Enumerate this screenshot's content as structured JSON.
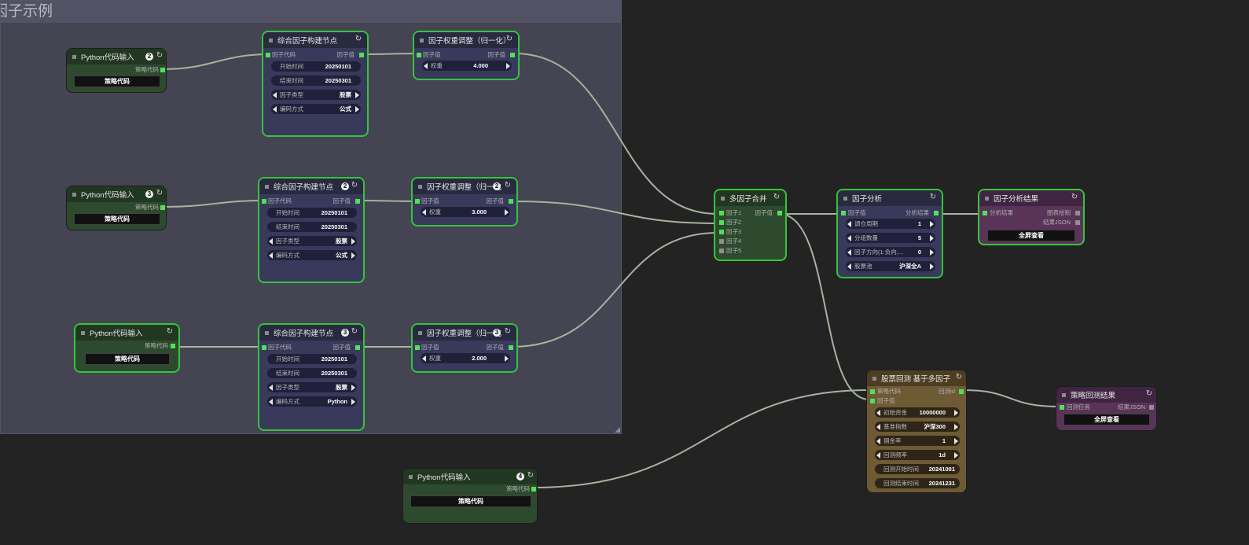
{
  "group": {
    "title": "因子示例"
  },
  "nodes": {
    "py1": {
      "title": "Python代码输入",
      "badge": "2",
      "output_label": "策略代码",
      "field_value": "策略代码"
    },
    "py2": {
      "title": "Python代码输入",
      "badge": "3",
      "output_label": "策略代码",
      "field_value": "策略代码"
    },
    "py3": {
      "title": "Python代码输入",
      "output_label": "策略代码",
      "field_value": "策略代码"
    },
    "py4": {
      "title": "Python代码输入",
      "badge": "4",
      "output_label": "策略代码",
      "field_value": "策略代码"
    },
    "fb1": {
      "title": "综合因子构建节点",
      "in_label": "因子代码",
      "out_label": "因子值",
      "start_label": "开始时间",
      "start_value": "20250101",
      "end_label": "结束时间",
      "end_value": "20250301",
      "type_label": "因子类型",
      "type_value": "股票",
      "code_label": "编码方式",
      "code_value": "公式"
    },
    "fb2": {
      "title": "综合因子构建节点",
      "badge": "2",
      "in_label": "因子代码",
      "out_label": "因子值",
      "start_label": "开始时间",
      "start_value": "20250101",
      "end_label": "结束时间",
      "end_value": "20250301",
      "type_label": "因子类型",
      "type_value": "股票",
      "code_label": "编码方式",
      "code_value": "公式"
    },
    "fb3": {
      "title": "综合因子构建节点",
      "badge": "3",
      "in_label": "因子代码",
      "out_label": "因子值",
      "start_label": "开始时间",
      "start_value": "20250101",
      "end_label": "结束时间",
      "end_value": "20250301",
      "type_label": "因子类型",
      "type_value": "股票",
      "code_label": "编码方式",
      "code_value": "Python"
    },
    "fw1": {
      "title": "因子权重调整（归一化）",
      "in_label": "因子值",
      "out_label": "因子值",
      "w_label": "权重",
      "w_value": "4.000"
    },
    "fw2": {
      "title": "因子权重调整（归一化",
      "badge": "2",
      "in_label": "因子值",
      "out_label": "因子值",
      "w_label": "权重",
      "w_value": "3.000"
    },
    "fw3": {
      "title": "因子权重调整（归一化",
      "badge": "3",
      "in_label": "因子值",
      "out_label": "因子值",
      "w_label": "权重",
      "w_value": "2.000"
    },
    "merge": {
      "title": "多因子合并",
      "inputs": [
        "因子1",
        "因子2",
        "因子3",
        "因子4",
        "因子5"
      ],
      "out_label": "因子值"
    },
    "analysis": {
      "title": "因子分析",
      "in_label": "因子值",
      "out_label": "分析结果",
      "fields": [
        {
          "label": "调仓周期",
          "value": "1"
        },
        {
          "label": "分组数量",
          "value": "5"
        },
        {
          "label": "因子方向(1:负向,...",
          "value": "0"
        },
        {
          "label": "股票池",
          "value": "沪深全A"
        }
      ]
    },
    "ares": {
      "title": "因子分析结果",
      "in_label": "分析结果",
      "out1": "图表绘制",
      "out2": "结果JSON",
      "button": "全屏查看"
    },
    "backtest": {
      "title": "股票回测 基于多因子",
      "in1": "策略代码",
      "in2": "因子值",
      "out_label": "回测id",
      "fields": [
        {
          "label": "初始资金",
          "value": "10000000"
        },
        {
          "label": "基准指数",
          "value": "沪深300"
        },
        {
          "label": "佣金率",
          "value": "1"
        },
        {
          "label": "回测频率",
          "value": "1d"
        }
      ],
      "ro_fields": [
        {
          "label": "回测开始时间",
          "value": "20241001"
        },
        {
          "label": "回测结束时间",
          "value": "20241231"
        }
      ]
    },
    "bres": {
      "title": "策略回测结果",
      "in_label": "回测任务",
      "out_label": "结果JSON",
      "button": "全屏查看"
    }
  },
  "colors": {
    "selected_border": "#35c53a",
    "link": "#a7b39f",
    "port_on": "#52e05a"
  }
}
